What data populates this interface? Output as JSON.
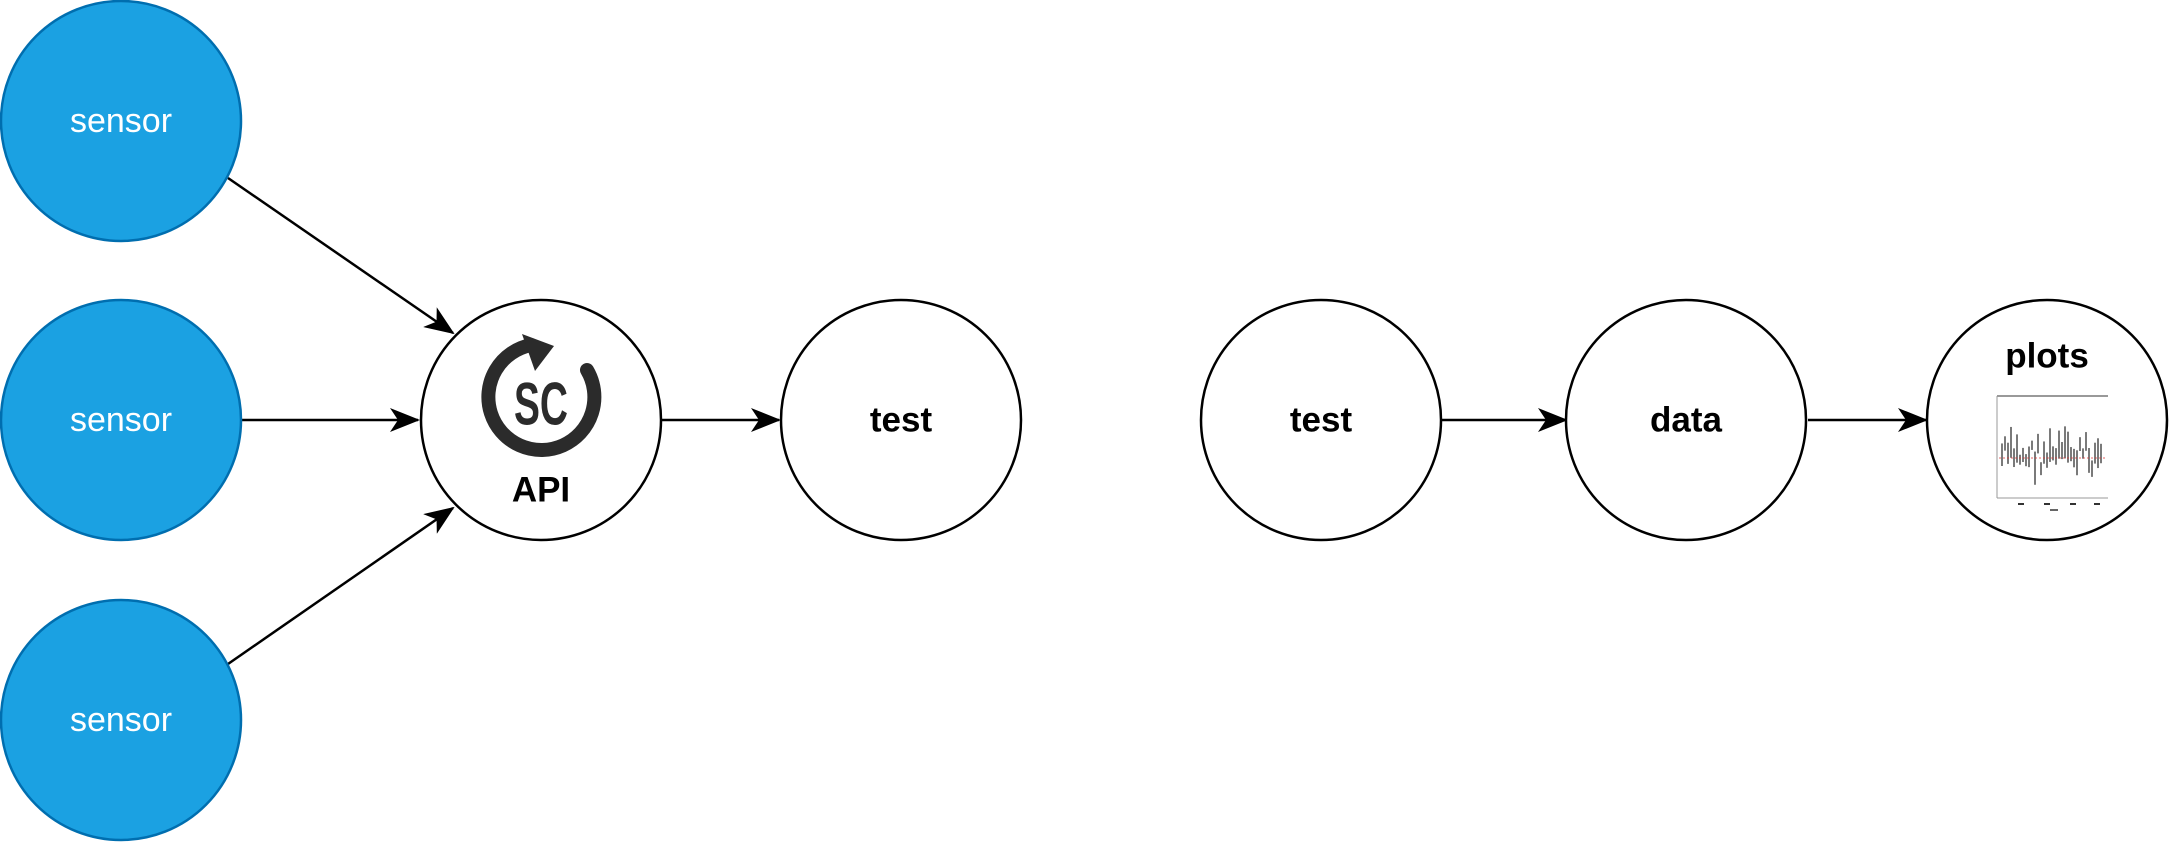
{
  "diagram": {
    "colors": {
      "sensor_fill": "#1ba1e2",
      "sensor_stroke": "#006eaf",
      "node_fill": "#ffffff",
      "node_stroke": "#000000",
      "logo": "#2b2b2b"
    },
    "sensors": [
      {
        "label": "sensor"
      },
      {
        "label": "sensor"
      },
      {
        "label": "sensor"
      }
    ],
    "api_node": {
      "logo_text": "SC",
      "logo_icon": "refresh-arrow-icon",
      "label": "API"
    },
    "test_node_1": {
      "label": "test"
    },
    "test_node_2": {
      "label": "test"
    },
    "data_node": {
      "label": "data"
    },
    "plots_node": {
      "label": "plots",
      "thumbnail_icon": "plot-thumbnail-icon"
    }
  }
}
